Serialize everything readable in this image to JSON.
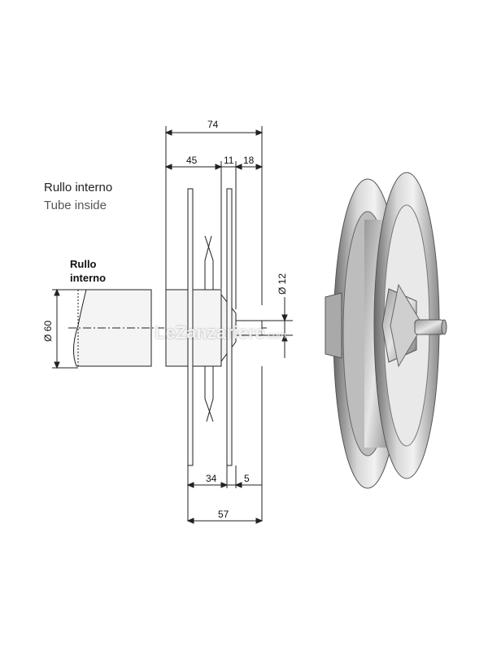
{
  "labels": {
    "heading_it": "Rullo interno",
    "heading_en": "Tube inside",
    "tube_label": "Rullo interno"
  },
  "dimensions": {
    "overall_width": "74",
    "d45": "45",
    "d11": "11",
    "d18": "18",
    "d34": "34",
    "d5": "5",
    "d57": "57",
    "diameter_tube": "Ø 60",
    "diameter_shaft": "Ø 12"
  },
  "watermark": {
    "text": "LeZanzariere",
    "suffix": ".com"
  }
}
